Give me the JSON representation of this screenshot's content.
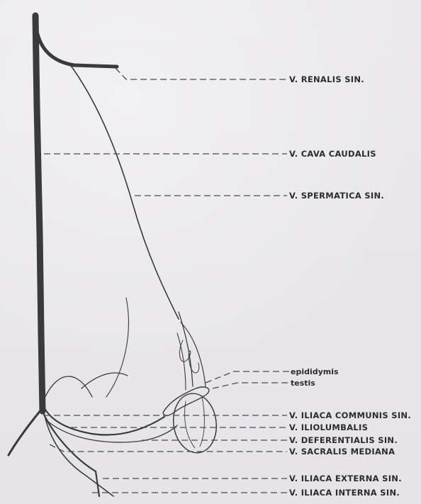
{
  "labels": {
    "renalis": "V. RENALIS SIN.",
    "cava": "V. CAVA CAUDALIS",
    "spermatica": "V. SPERMATICA SIN.",
    "epididymis": "epididymis",
    "testis": "testis",
    "iliaca_communis": "V. ILIACA COMMUNIS SIN.",
    "iliolumbalis": "V. ILIOLUMBALIS",
    "deferentialis": "V. DEFERENTIALIS SIN.",
    "sacralis": "V. SACRALIS MEDIANA",
    "iliaca_externa": "V. ILIACA EXTERNA SIN.",
    "iliaca_interna": "V. ILIACA INTERNA SIN."
  },
  "colors": {
    "background": "#e9e7ea",
    "ink": "#3a3a3e"
  }
}
